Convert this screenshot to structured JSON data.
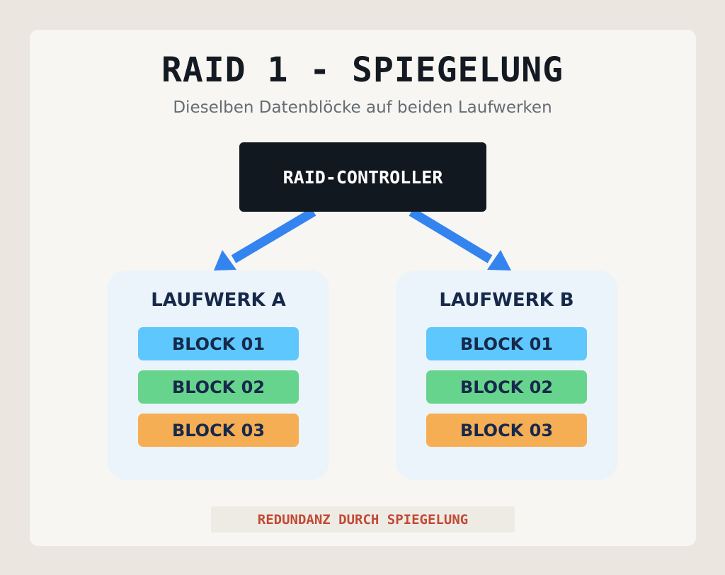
{
  "title": "RAID 1 - SPIEGELUNG",
  "subtitle": "Dieselben Datenblöcke auf beiden Laufwerken",
  "controller": {
    "label": "RAID-CONTROLLER"
  },
  "drives": [
    {
      "title": "LAUFWERK A",
      "blocks": [
        {
          "label": "BLOCK 01",
          "color": "#5ec7fd"
        },
        {
          "label": "BLOCK 02",
          "color": "#67d48d"
        },
        {
          "label": "BLOCK 03",
          "color": "#f6ae55"
        }
      ]
    },
    {
      "title": "LAUFWERK B",
      "blocks": [
        {
          "label": "BLOCK 01",
          "color": "#5ec7fd"
        },
        {
          "label": "BLOCK 02",
          "color": "#67d48d"
        },
        {
          "label": "BLOCK 03",
          "color": "#f6ae55"
        }
      ]
    }
  ],
  "footer": {
    "label": "REDUNDANZ DURCH SPIEGELUNG"
  },
  "colors": {
    "arrow": "#3484f0",
    "controller_bg": "#121820",
    "drive_bg": "#ebf4fa",
    "footer_text": "#c24a35"
  }
}
